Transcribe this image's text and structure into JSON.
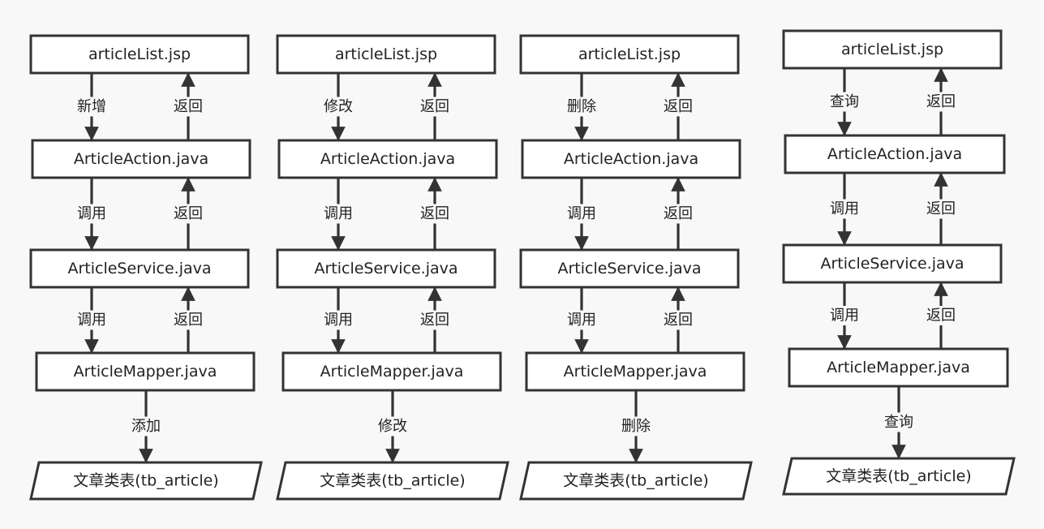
{
  "diagrams": [
    {
      "nodes": [
        "articleList.jsp",
        "ArticleAction.java",
        "ArticleService.java",
        "ArticleMapper.java",
        "文章类表(tb_article)"
      ],
      "edges": [
        {
          "down": "新增",
          "up": "返回"
        },
        {
          "down": "调用",
          "up": "返回"
        },
        {
          "down": "调用",
          "up": "返回"
        },
        {
          "down": "添加"
        }
      ]
    },
    {
      "nodes": [
        "articleList.jsp",
        "ArticleAction.java",
        "ArticleService.java",
        "ArticleMapper.java",
        "文章类表(tb_article)"
      ],
      "edges": [
        {
          "down": "修改",
          "up": "返回"
        },
        {
          "down": "调用",
          "up": "返回"
        },
        {
          "down": "调用",
          "up": "返回"
        },
        {
          "down": "修改"
        }
      ]
    },
    {
      "nodes": [
        "articleList.jsp",
        "ArticleAction.java",
        "ArticleService.java",
        "ArticleMapper.java",
        "文章类表(tb_article)"
      ],
      "edges": [
        {
          "down": "删除",
          "up": "返回"
        },
        {
          "down": "调用",
          "up": "返回"
        },
        {
          "down": "调用",
          "up": "返回"
        },
        {
          "down": "删除"
        }
      ]
    },
    {
      "nodes": [
        "articleList.jsp",
        "ArticleAction.java",
        "ArticleService.java",
        "ArticleMapper.java",
        "文章类表(tb_article)"
      ],
      "edges": [
        {
          "down": "查询",
          "up": "返回"
        },
        {
          "down": "调用",
          "up": "返回"
        },
        {
          "down": "调用",
          "up": "返回"
        },
        {
          "down": "查询"
        }
      ]
    }
  ],
  "colors": {
    "stroke": "#333333",
    "fill": "#ffffff",
    "text": "#222222",
    "background": "#f8f8f8"
  }
}
